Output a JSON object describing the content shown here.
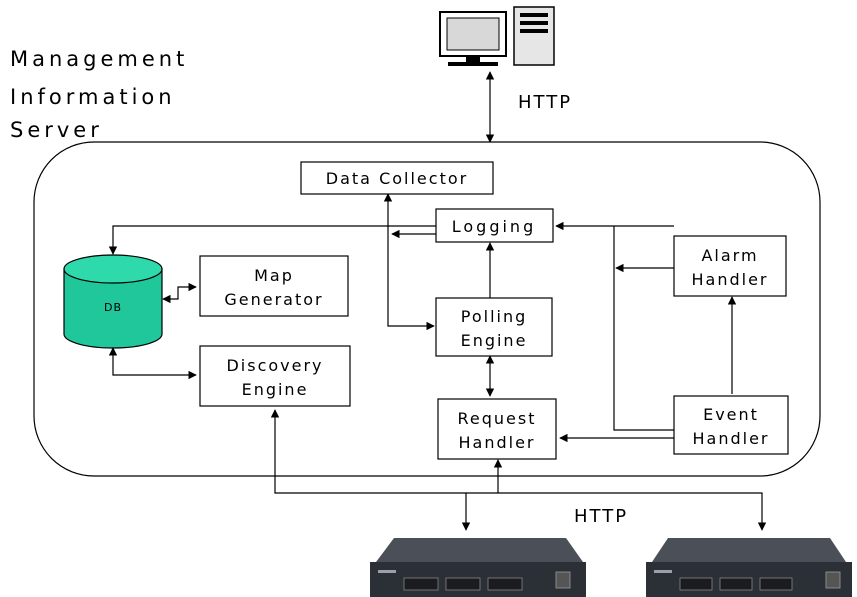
{
  "title": {
    "line1": "Management",
    "line2": "Information",
    "line3": "Server"
  },
  "protocols": {
    "top": "HTTP",
    "bottom": "HTTP"
  },
  "components": {
    "data_collector": "Data Collector",
    "logging": "Logging",
    "alarm_handler": [
      "Alarm",
      "Handler"
    ],
    "db": "DB",
    "map_generator": [
      "Map",
      "Generator"
    ],
    "polling_engine": [
      "Polling",
      "Engine"
    ],
    "discovery_engine": [
      "Discovery",
      "Engine"
    ],
    "request_handler": [
      "Request",
      "Handler"
    ],
    "event_handler": [
      "Event",
      "Handler"
    ]
  },
  "colors": {
    "db_fill": "#1fc79a",
    "db_top": "#2ed9ab",
    "device_body": "#2b2f36",
    "monitor_screen": "#d8d8d8"
  },
  "icons": {
    "client": "desktop-computer-icon",
    "device": "network-switch-icon"
  }
}
